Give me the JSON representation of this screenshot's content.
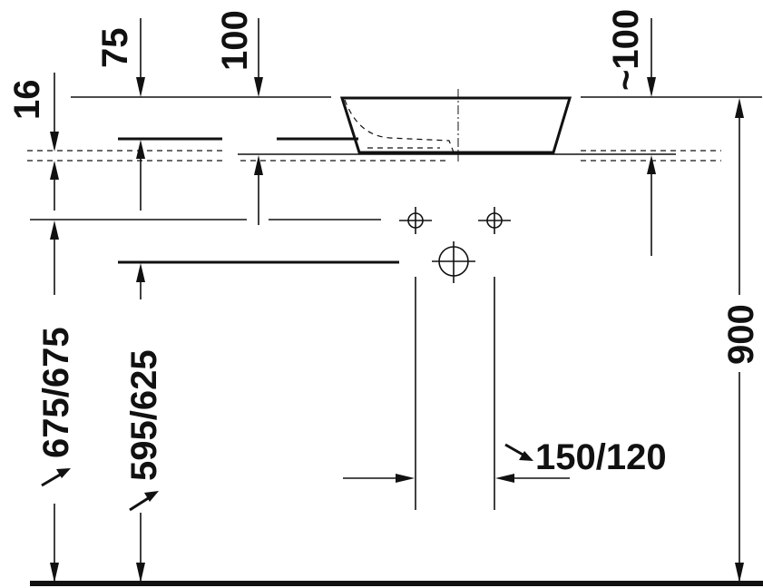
{
  "drawing": {
    "dimensions": {
      "top_left_75": "75",
      "top_100": "100",
      "left_16": "16",
      "top_right_100": "~100",
      "right_900": "900",
      "left_675": "675/675",
      "left_595": "595/625",
      "drain_spacing": "150/120"
    },
    "ink_color": "#111111"
  }
}
